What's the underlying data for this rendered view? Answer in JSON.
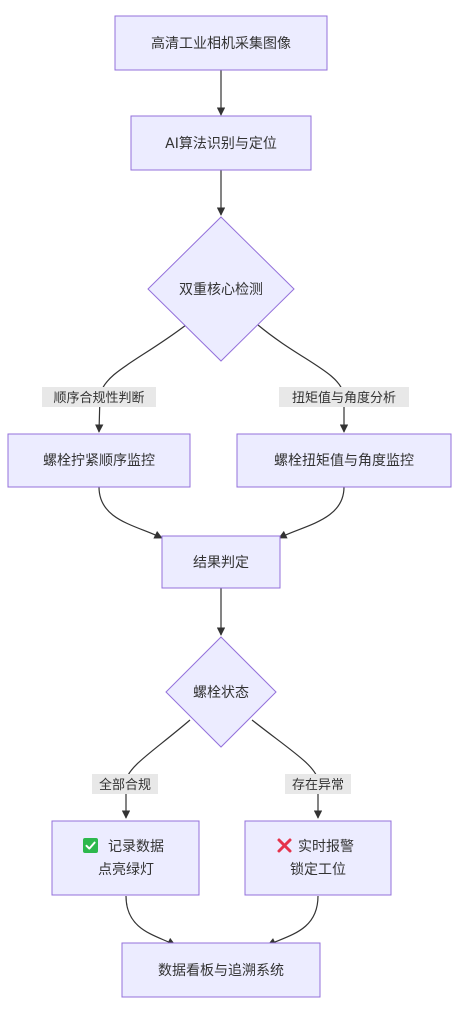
{
  "nodes": {
    "capture": "高清工业相机采集图像",
    "ai": "AI算法识别与定位",
    "dual_check": "双重核心检测",
    "sequence_monitor": "螺栓拧紧顺序监控",
    "torque_monitor": "螺栓扭矩值与角度监控",
    "result": "结果判定",
    "bolt_status": "螺栓状态",
    "record_line1": "记录数据",
    "record_line2": "点亮绿灯",
    "alarm_line1": "实时报警",
    "alarm_line2": "锁定工位",
    "dashboard": "数据看板与追溯系统"
  },
  "edge_labels": {
    "sequence_check": "顺序合规性判断",
    "torque_analysis": "扭矩值与角度分析",
    "all_compliant": "全部合规",
    "abnormal": "存在异常"
  },
  "icons": {
    "record": "check-mark-button-icon",
    "alarm": "cross-mark-icon"
  },
  "colors": {
    "node_fill": "#ECECFF",
    "node_stroke": "#9370DB",
    "edge": "#333333",
    "label_bg": "#E8E8E8"
  }
}
